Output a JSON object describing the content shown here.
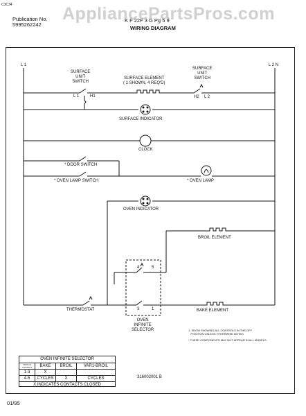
{
  "header": {
    "watermark": "AppliancePartsPros.com",
    "publication_label": "Publication No.",
    "publication_no": "5995262242",
    "model": "K F 22F 3 G Pg 5 9",
    "title": "WIRING DIAGRAM",
    "corner_mark": "C3C34"
  },
  "labels": {
    "l1": "L 1",
    "l2n": "L 2 N",
    "surface_unit_switch_left": "SURFACE\nUNIT\nSWITCH",
    "surface_element": "SURFACE ELEMENT\n( 1 SHOWN, 4 REQ'D)",
    "surface_unit_switch_right": "SURFACE\nUNIT\nSWITCH",
    "l1_term": "L 1",
    "h1_term": "H1",
    "h2_term": "H2",
    "l2_term": "L 2",
    "surface_indicator": "SURFACE INDICATOR",
    "clock": "CLOCK",
    "door_switch": "* DOOR SWITCH",
    "oven_lamp_switch": "* OVEN LAMP SWITCH",
    "oven_lamp": "* OVEN LAMP",
    "oven_indicator": "OVEN INDICATOR",
    "broil_element": "BROIL ELEMENT",
    "thermostat": "THERMOSTAT",
    "bake_element": "BAKE ELEMENT",
    "oven_infinite_selector": "OVEN\nINFINITE\nSELECTOR",
    "t4": "4",
    "t5": "5",
    "t3": "3",
    "t1": "1",
    "drawing_no": "316002001 B",
    "date": "01/95",
    "note1": "1. SHOW SHOWING ALL CONTROLS IN THE OFF\n   POSITION UNLESS OTHERWISE NOTED",
    "note2": "* THESE COMPONENTS MAY NOT APPEAR IN ALL MODELS."
  },
  "selector_table": {
    "title": "OVEN INFINITE SELECTOR",
    "headers": [
      "SWITCH CONTACT",
      "BAKE",
      "BROIL",
      "VAR1-BROIL"
    ],
    "rows": [
      [
        "1-3",
        "X",
        "",
        ""
      ],
      [
        "4-5",
        "CYCLES",
        "X",
        "CYCLES"
      ]
    ],
    "footer": "X INDICATES CONTACTS CLOSED"
  }
}
